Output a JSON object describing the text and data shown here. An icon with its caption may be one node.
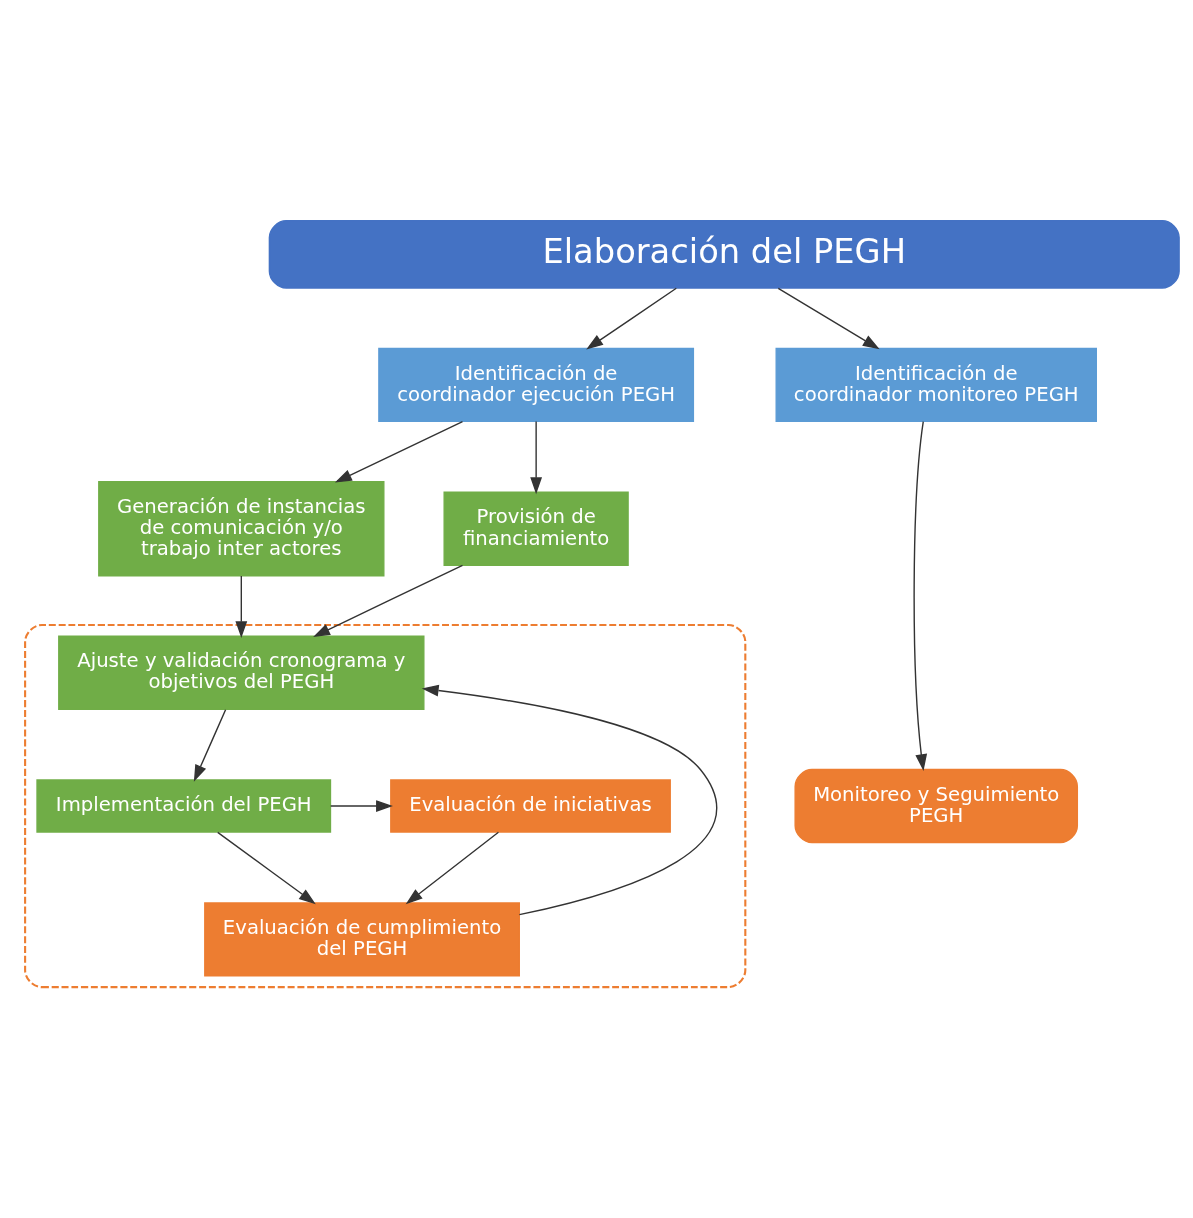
{
  "diagram": {
    "nodes": [
      {
        "text": [
          "Elaboración del PEGH"
        ]
      },
      {
        "text": [
          "Identificación de coordinador ejecución PEGH"
        ]
      },
      {
        "text": [
          "Identificación de coordinador monitoreo PEGH"
        ]
      },
      {
        "text": [
          "Generación de instancias de comunicación y/o trabajo inter actores"
        ]
      },
      {
        "text": [
          "Provisión de financiamiento"
        ]
      },
      {
        "text": [],
        "shape": "box"
      },
      {
        "text": [
          "Ajuste y validación cronograma y objetivos del PEGH"
        ],
        "in": 5
      },
      {
        "text": [
          "Implementación del PEGH"
        ],
        "in": 5
      },
      {
        "text": [
          "Evaluación de iniciativas"
        ],
        "in": 5
      },
      {
        "text": [
          "Monitoreo y Seguimiento PEGH"
        ]
      },
      {
        "text": [
          "Evaluación de cumplimiento del PEGH"
        ],
        "in": 5
      }
    ],
    "edges": [
      {
        "from": 0,
        "to": 1,
        "arrow": "to"
      },
      {
        "from": 0,
        "to": 2,
        "arrow": "to"
      },
      {
        "from": 1,
        "to": 3,
        "arrow": "to"
      },
      {
        "from": 1,
        "to": 4,
        "arrow": "to"
      },
      {
        "from": 3,
        "to": 6,
        "arrow": "to"
      },
      {
        "from": 4,
        "to": 6,
        "arrow": "to"
      },
      {
        "from": 6,
        "to": 7,
        "arrow": "to"
      },
      {
        "from": 7,
        "to": 8,
        "arrow": "to"
      },
      {
        "from": 7,
        "to": 10,
        "arrow": "to"
      },
      {
        "from": 8,
        "to": 10,
        "arrow": "to"
      },
      {
        "from": 10,
        "to": 6,
        "arrow": "to"
      },
      {
        "from": 2,
        "to": 9,
        "arrow": "to"
      }
    ]
  }
}
